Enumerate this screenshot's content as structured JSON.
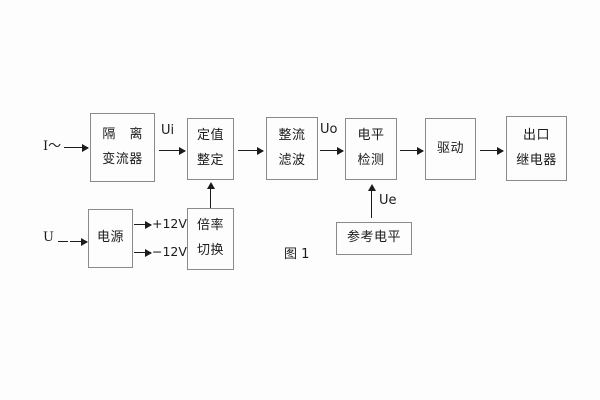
{
  "figure": {
    "caption": "图 1",
    "background_color": "#fdfdfd",
    "box_border_color": "#8a8a8a",
    "line_color": "#1b1b1b"
  },
  "inputs": [
    {
      "name": "current-input",
      "label": "I～"
    },
    {
      "name": "voltage-input",
      "label": "U"
    }
  ],
  "blocks": [
    {
      "id": "isolating-ct",
      "line1": "隔 离",
      "line2": "变流器"
    },
    {
      "id": "setting-value",
      "line1": "定值",
      "line2": "整定"
    },
    {
      "id": "rectify-filter",
      "line1": "整流",
      "line2": "滤波"
    },
    {
      "id": "level-detect",
      "line1": "电平",
      "line2": "检测"
    },
    {
      "id": "drive",
      "line1": "驱动",
      "line2": ""
    },
    {
      "id": "output-relay",
      "line1": "出口",
      "line2": "继电器"
    },
    {
      "id": "power-supply",
      "line1": "电源",
      "line2": ""
    },
    {
      "id": "multiplier-switch",
      "line1": "倍率",
      "line2": "切换"
    },
    {
      "id": "reference-level",
      "line1": "参考电平",
      "line2": ""
    }
  ],
  "signals": [
    {
      "id": "ui",
      "label": "Ui"
    },
    {
      "id": "uo",
      "label": "Uo"
    },
    {
      "id": "ue",
      "label": "Ue"
    }
  ],
  "power_rails": [
    {
      "id": "rail-positive",
      "label": "+12V"
    },
    {
      "id": "rail-negative",
      "label": "−12V"
    }
  ]
}
